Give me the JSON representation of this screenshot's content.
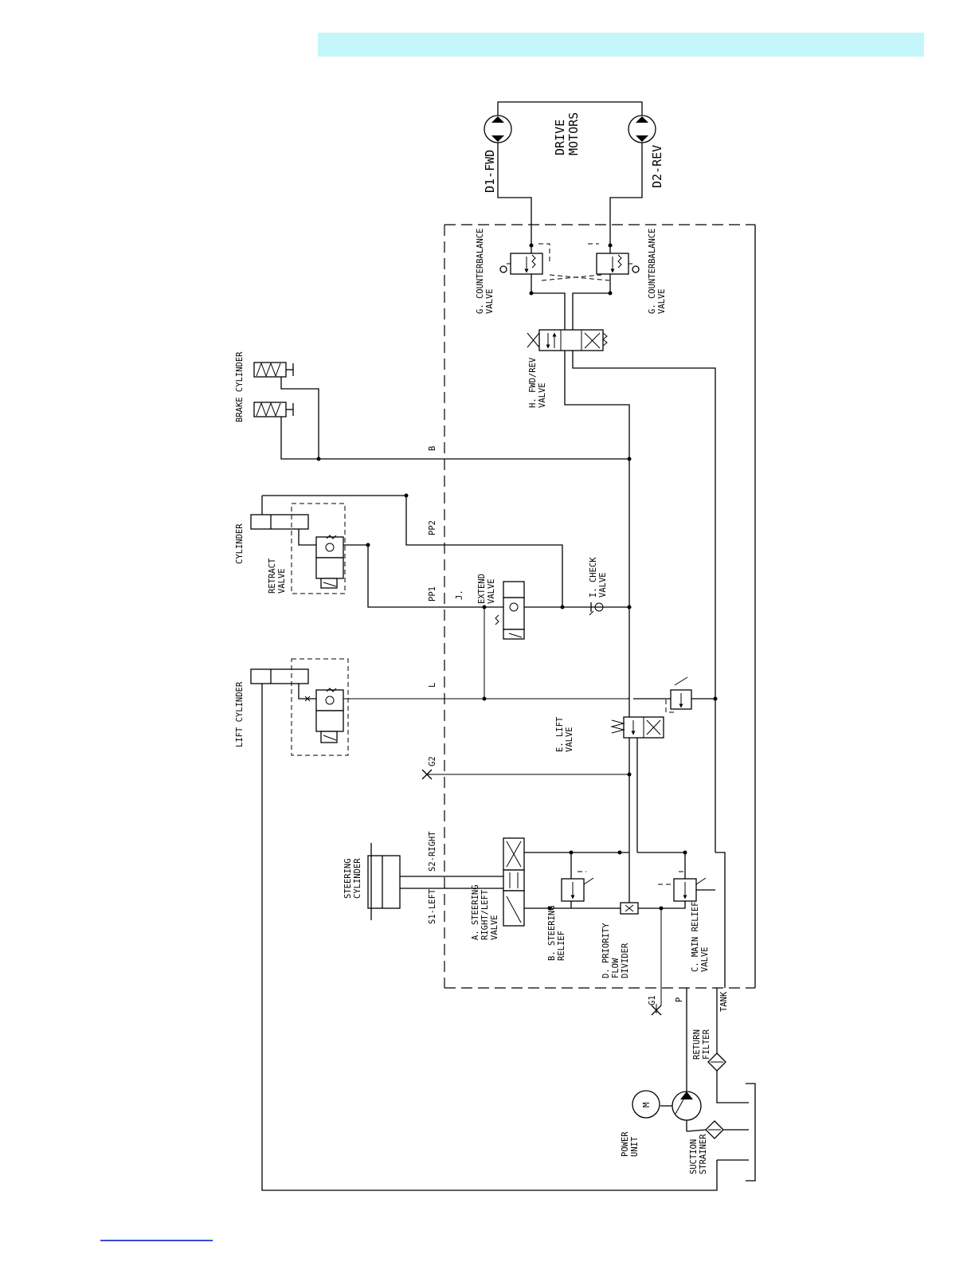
{
  "page": {
    "banner_color": "#c4f6f9",
    "rule_color": "#3b4bd6"
  },
  "labels": {
    "brake_cylinder": "BRAKE CYLINDER",
    "cylinder": "CYLINDER",
    "retract_valve": [
      "RETRACT",
      "VALVE"
    ],
    "lift_cylinder": "LIFT CYLINDER",
    "steering_cylinder": [
      "STEERING",
      "CYLINDER"
    ],
    "drive_motors": [
      "DRIVE",
      "MOTORS"
    ],
    "d1_fwd": "D1-FWD",
    "d2_rev": "D2-REV",
    "g_counterbalance_top": [
      "G. COUNTERBALANCE",
      "VALVE"
    ],
    "g_counterbalance_bottom": [
      "G. COUNTERBALANCE",
      "VALVE"
    ],
    "h_fwd_rev_valve": [
      "H. FWD/REV",
      "VALVE"
    ],
    "i_check_valve": [
      "I. CHECK",
      "VALVE"
    ],
    "extend_valve": [
      "EXTEND",
      "VALVE"
    ],
    "j": "J.",
    "e_lift_valve": [
      "E. LIFT",
      "VALVE"
    ],
    "a_steering_valve": [
      "A. STEERING",
      "RIGHT/LEFT",
      "VALVE"
    ],
    "b_steering_relief": [
      "B. STEERING",
      "RELIEF"
    ],
    "d_priority_flow_divider": [
      "D. PRIORITY",
      "FLOW",
      "DIVIDER"
    ],
    "c_main_relief": [
      "C. MAIN RELIEF",
      "VALVE"
    ],
    "port_b": "B",
    "port_pp2": "PP2",
    "port_pp1": "PP1",
    "port_l": "L",
    "port_g2": "G2",
    "port_s2": "S2-RIGHT",
    "port_s1": "S1-LEFT",
    "port_g1": "G1",
    "port_p": "P",
    "port_tank": "TANK",
    "return_filter": [
      "RETURN",
      "FILTER"
    ],
    "power_unit": [
      "POWER",
      "UNIT"
    ],
    "suction_strainer": [
      "SUCTION",
      "STRAINER"
    ],
    "motor_m": "M"
  }
}
